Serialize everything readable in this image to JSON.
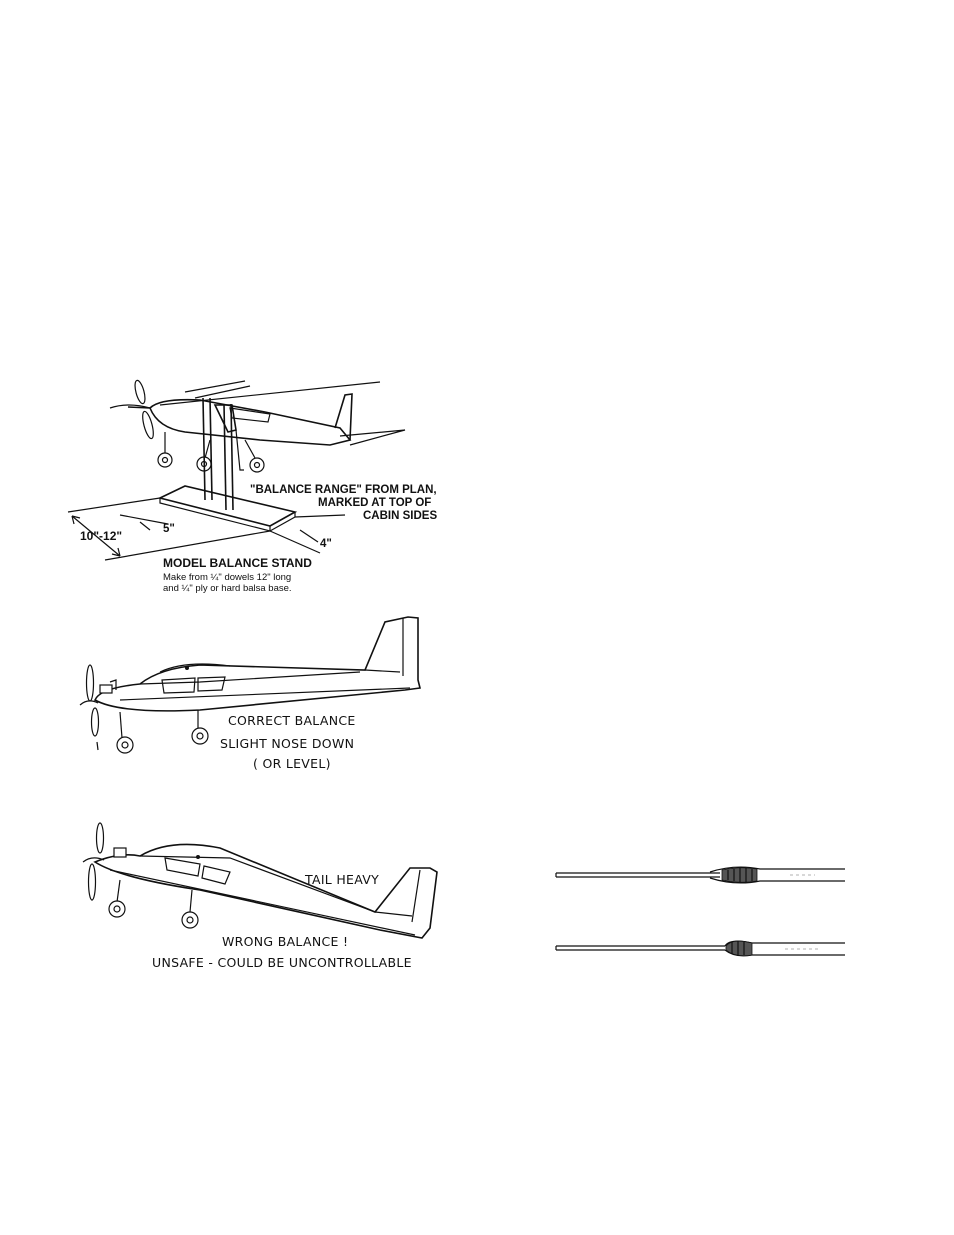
{
  "balance_stand": {
    "balance_range_label_line1": "\"BALANCE RANGE\" FROM PLAN,",
    "balance_range_label_line2": "MARKED AT TOP OF",
    "balance_range_label_line3": "CABIN SIDES",
    "dim_height": "10\"-12\"",
    "dim_width": "5\"",
    "dim_depth": "4\"",
    "stand_title": "MODEL BALANCE STAND",
    "stand_note_line1": "Make from ¼\" dowels 12\" long",
    "stand_note_line2": "and ¼\" ply or hard balsa base."
  },
  "correct_balance": {
    "line1": "CORRECT BALANCE",
    "line2": "SLIGHT NOSE DOWN",
    "line3": "( OR LEVEL)"
  },
  "wrong_balance": {
    "tail_label": "TAIL HEAVY",
    "line1": "WRONG BALANCE !",
    "line2": "UNSAFE - COULD BE UNCONTROLLABLE"
  }
}
